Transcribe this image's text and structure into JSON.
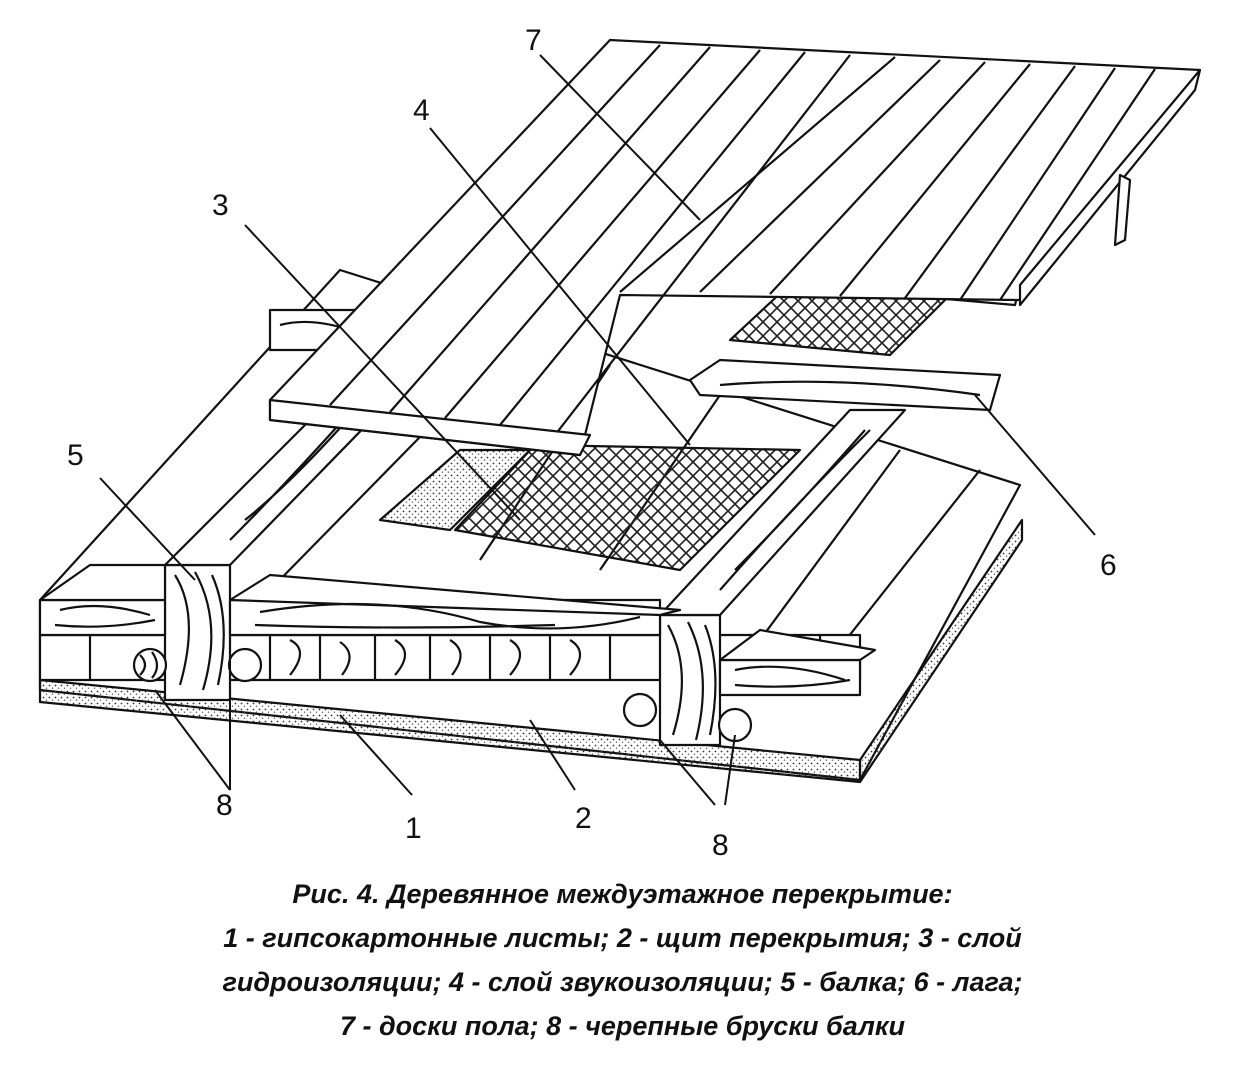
{
  "callouts": {
    "c1": "1",
    "c2": "2",
    "c3": "3",
    "c4": "4",
    "c5": "5",
    "c6": "6",
    "c7": "7",
    "c8a": "8",
    "c8b": "8"
  },
  "caption": {
    "line1": "Рис. 4. Деревянное междуэтажное перекрытие:",
    "line2": "1 - гипсокартонные листы; 2 - щит перекрытия; 3 - слой",
    "line3": "гидроизоляции; 4 - слой звукоизоляции; 5 - балка; 6 - лага;",
    "line4": "7 - доски пола; 8 - черепные бруски балки"
  }
}
